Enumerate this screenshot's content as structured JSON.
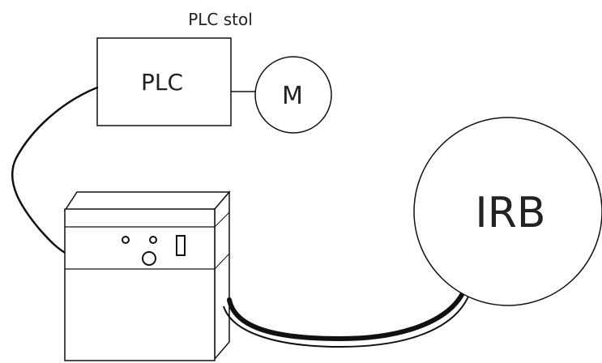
{
  "plc_table": {
    "caption": "PLC stol",
    "plc_label": "PLC",
    "motor_label": "M"
  },
  "robot": {
    "label": "IRB"
  },
  "colors": {
    "stroke": "#111111",
    "background": "#ffffff",
    "text": "#222222"
  }
}
